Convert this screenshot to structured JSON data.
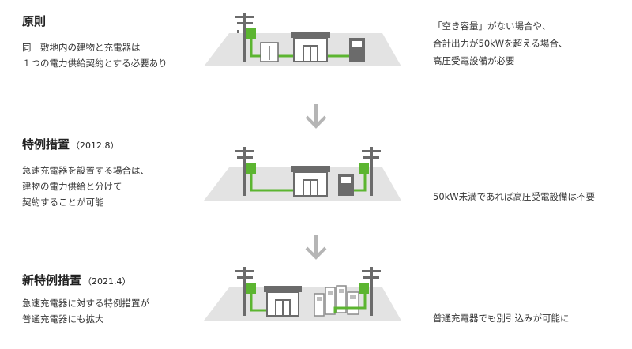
{
  "sections": [
    {
      "title": "原則",
      "subtitle": "",
      "description": [
        "同一敷地内の建物と充電器は",
        "１つの電力供給契約とする必要あり"
      ],
      "note": [
        "「空き容量」がない場合や、",
        "合計出力が50kWを超える場合、",
        "高圧受電設備が必要"
      ]
    },
    {
      "title": "特例措置",
      "subtitle": "（2012.8）",
      "description": [
        "急速充電器を設置する場合は、",
        "建物の電力供給と分けて",
        "契約することが可能"
      ],
      "note": [
        "50kW未満であれば高圧受電設備は不要"
      ]
    },
    {
      "title": "新特例措置",
      "subtitle": "（2021.4）",
      "description": [
        "急速充電器に対する特例措置が",
        "普通充電器にも拡大"
      ],
      "note": [
        "普通充電器でも別引込みが可能に"
      ]
    }
  ],
  "colors": {
    "green": "#5cb531",
    "ground": "#e3e3e3",
    "gray_dark": "#6b6b6b",
    "gray_light": "#bdbdbd",
    "arrow": "#b5b5b5"
  },
  "icons": [
    "utility-pole-icon",
    "building-icon",
    "quick-charger-icon",
    "normal-charger-icon",
    "substation-icon",
    "down-arrow-icon"
  ]
}
